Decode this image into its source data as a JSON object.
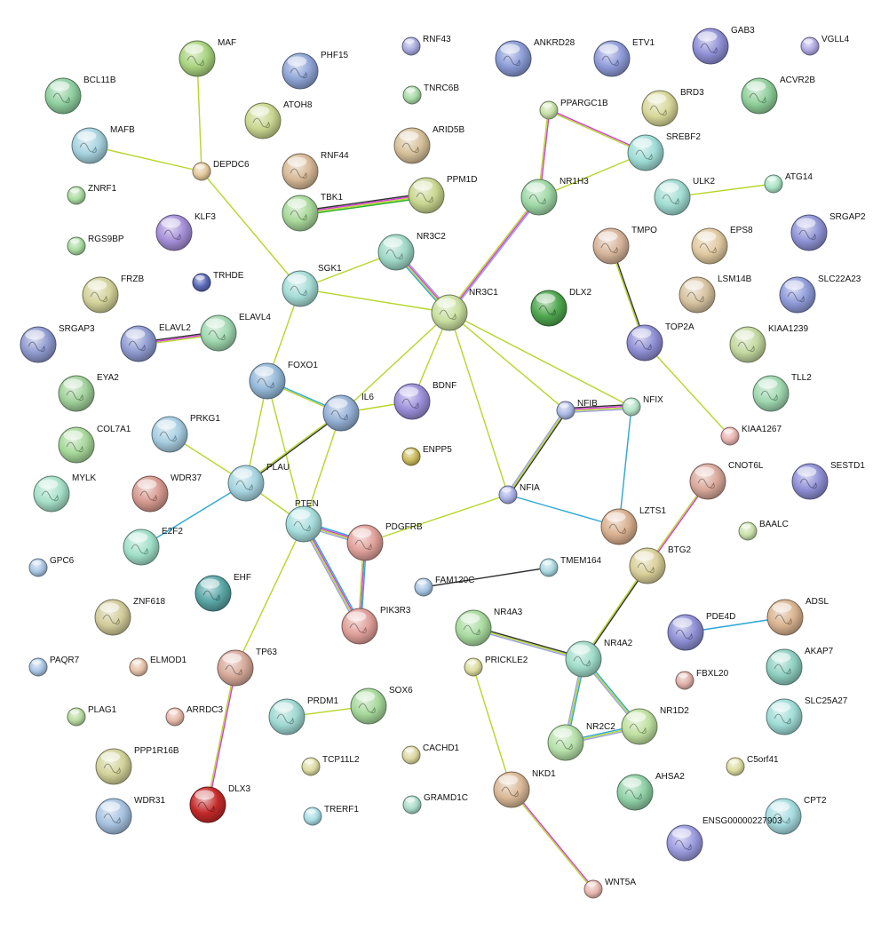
{
  "nodes": [
    {
      "id": "MAF",
      "label": "MAF",
      "color": "#a8d37f"
    },
    {
      "id": "PHF15",
      "label": "PHF15",
      "color": "#8fa5d6"
    },
    {
      "id": "RNF43",
      "label": "RNF43",
      "color": "#a9a9e0"
    },
    {
      "id": "ANKRD28",
      "label": "ANKRD28",
      "color": "#8a9bd6"
    },
    {
      "id": "ETV1",
      "label": "ETV1",
      "color": "#8f9bd9"
    },
    {
      "id": "GAB3",
      "label": "GAB3",
      "color": "#8f8fd6"
    },
    {
      "id": "VGLL4",
      "label": "VGLL4",
      "color": "#b0a9e4"
    },
    {
      "id": "BCL11B",
      "label": "BCL11B",
      "color": "#8fcf9f"
    },
    {
      "id": "TNRC6B",
      "label": "TNRC6B",
      "color": "#a7dba7"
    },
    {
      "id": "ATOH8",
      "label": "ATOH8",
      "color": "#c9d68f"
    },
    {
      "id": "BRD3",
      "label": "BRD3",
      "color": "#d7d79a"
    },
    {
      "id": "ACVR2B",
      "label": "ACVR2B",
      "color": "#8fcf9a"
    },
    {
      "id": "PPARGC1B",
      "label": "PPARGC1B",
      "color": "#c7e0a6"
    },
    {
      "id": "ARID5B",
      "label": "ARID5B",
      "color": "#d6c09a"
    },
    {
      "id": "MAFB",
      "label": "MAFB",
      "color": "#a6d2de"
    },
    {
      "id": "SREBF2",
      "label": "SREBF2",
      "color": "#9fdcd6"
    },
    {
      "id": "DEPDC6",
      "label": "DEPDC6",
      "color": "#e3c99b"
    },
    {
      "id": "RNF44",
      "label": "RNF44",
      "color": "#d6b896"
    },
    {
      "id": "PPM1D",
      "label": "PPM1D",
      "color": "#c9d68f"
    },
    {
      "id": "NR1H3",
      "label": "NR1H3",
      "color": "#9fd8a6"
    },
    {
      "id": "ATG14",
      "label": "ATG14",
      "color": "#a9e3c5"
    },
    {
      "id": "ULK2",
      "label": "ULK2",
      "color": "#a0dcd2"
    },
    {
      "id": "ZNRF1",
      "label": "ZNRF1",
      "color": "#a9dba0"
    },
    {
      "id": "TBK1",
      "label": "TBK1",
      "color": "#a8d89a"
    },
    {
      "id": "KLF3",
      "label": "KLF3",
      "color": "#a58fd8"
    },
    {
      "id": "TMPO",
      "label": "TMPO",
      "color": "#d6b49a"
    },
    {
      "id": "EPS8",
      "label": "EPS8",
      "color": "#e0c9a0"
    },
    {
      "id": "SRGAP2",
      "label": "SRGAP2",
      "color": "#8f94d6"
    },
    {
      "id": "RGS9BP",
      "label": "RGS9BP",
      "color": "#a9dba0"
    },
    {
      "id": "NR3C2",
      "label": "NR3C2",
      "color": "#9fd8c6"
    },
    {
      "id": "TRHDE",
      "label": "TRHDE",
      "color": "#5a6ab8"
    },
    {
      "id": "FRZB",
      "label": "FRZB",
      "color": "#d2d29a"
    },
    {
      "id": "SGK1",
      "label": "SGK1",
      "color": "#a6dcd6"
    },
    {
      "id": "NR3C1",
      "label": "NR3C1",
      "color": "#c9df9f"
    },
    {
      "id": "DLX2",
      "label": "DLX2",
      "color": "#4ea64e"
    },
    {
      "id": "LSM14B",
      "label": "LSM14B",
      "color": "#d6c29f"
    },
    {
      "id": "SLC22A23",
      "label": "SLC22A23",
      "color": "#8f9bd9"
    },
    {
      "id": "SRGAP3",
      "label": "SRGAP3",
      "color": "#8f9bd0"
    },
    {
      "id": "ELAVL2",
      "label": "ELAVL2",
      "color": "#8f9cd2"
    },
    {
      "id": "ELAVL4",
      "label": "ELAVL4",
      "color": "#a0d8b0"
    },
    {
      "id": "TOP2A",
      "label": "TOP2A",
      "color": "#8f8fd6"
    },
    {
      "id": "KIAA1239",
      "label": "KIAA1239",
      "color": "#c2d89f"
    },
    {
      "id": "FOXO1",
      "label": "FOXO1",
      "color": "#94b8d8"
    },
    {
      "id": "EYA2",
      "label": "EYA2",
      "color": "#a0d09a"
    },
    {
      "id": "IL6",
      "label": "IL6",
      "color": "#94b0d6"
    },
    {
      "id": "BDNF",
      "label": "BDNF",
      "color": "#9b8fd9"
    },
    {
      "id": "NFIB",
      "label": "NFIB",
      "color": "#aab8e4"
    },
    {
      "id": "NFIX",
      "label": "NFIX",
      "color": "#b5e3c9"
    },
    {
      "id": "TLL2",
      "label": "TLL2",
      "color": "#9fd8b0"
    },
    {
      "id": "PRKG1",
      "label": "PRKG1",
      "color": "#a6cde0"
    },
    {
      "id": "COL7A1",
      "label": "COL7A1",
      "color": "#a6d89a"
    },
    {
      "id": "KIAA1267",
      "label": "KIAA1267",
      "color": "#e8b3b0"
    },
    {
      "id": "ENPP5",
      "label": "ENPP5",
      "color": "#c9bb5a"
    },
    {
      "id": "MYLK",
      "label": "MYLK",
      "color": "#a6e0c9"
    },
    {
      "id": "WDR37",
      "label": "WDR37",
      "color": "#d69a8f"
    },
    {
      "id": "PLAU",
      "label": "PLAU",
      "color": "#a6d4e0"
    },
    {
      "id": "CNOT6L",
      "label": "CNOT6L",
      "color": "#d9a89a"
    },
    {
      "id": "SESTD1",
      "label": "SESTD1",
      "color": "#8f8fd6"
    },
    {
      "id": "NFIA",
      "label": "NFIA",
      "color": "#a9b1e4"
    },
    {
      "id": "PTEN",
      "label": "PTEN",
      "color": "#a6dcdc"
    },
    {
      "id": "E2F2",
      "label": "E2F2",
      "color": "#a0e0c9"
    },
    {
      "id": "LZTS1",
      "label": "LZTS1",
      "color": "#d9b08f"
    },
    {
      "id": "PDGFRB",
      "label": "PDGFRB",
      "color": "#e0a09a"
    },
    {
      "id": "BAALC",
      "label": "BAALC",
      "color": "#c9e0a9"
    },
    {
      "id": "GPC6",
      "label": "GPC6",
      "color": "#a9c6e4"
    },
    {
      "id": "BTG2",
      "label": "BTG2",
      "color": "#d9cf9a"
    },
    {
      "id": "TMEM164",
      "label": "TMEM164",
      "color": "#a9d9e0"
    },
    {
      "id": "EHF",
      "label": "EHF",
      "color": "#5aa6a6"
    },
    {
      "id": "FAM120C",
      "label": "FAM120C",
      "color": "#a9c6e4"
    },
    {
      "id": "ZNF618",
      "label": "ZNF618",
      "color": "#d2cb9a"
    },
    {
      "id": "PIK3R3",
      "label": "PIK3R3",
      "color": "#e0a09a"
    },
    {
      "id": "ADSL",
      "label": "ADSL",
      "color": "#d9b38f"
    },
    {
      "id": "NR4A3",
      "label": "NR4A3",
      "color": "#a9dba0"
    },
    {
      "id": "PDE4D",
      "label": "PDE4D",
      "color": "#8f8fd6"
    },
    {
      "id": "PAQR7",
      "label": "PAQR7",
      "color": "#a9c6e4"
    },
    {
      "id": "ELMOD1",
      "label": "ELMOD1",
      "color": "#e6c2a9"
    },
    {
      "id": "TP63",
      "label": "TP63",
      "color": "#d6a99a"
    },
    {
      "id": "NR4A2",
      "label": "NR4A2",
      "color": "#a0dcc9"
    },
    {
      "id": "PRICKLE2",
      "label": "PRICKLE2",
      "color": "#dcdca0"
    },
    {
      "id": "AKAP7",
      "label": "AKAP7",
      "color": "#8fd0c2"
    },
    {
      "id": "FBXL20",
      "label": "FBXL20",
      "color": "#e0b0a9"
    },
    {
      "id": "PLAG1",
      "label": "PLAG1",
      "color": "#b8dba0"
    },
    {
      "id": "ARRDC3",
      "label": "ARRDC3",
      "color": "#e6b8a9"
    },
    {
      "id": "PRDM1",
      "label": "PRDM1",
      "color": "#9fd8d2"
    },
    {
      "id": "SOX6",
      "label": "SOX6",
      "color": "#a6d89a"
    },
    {
      "id": "SLC25A27",
      "label": "SLC25A27",
      "color": "#9fdcd6"
    },
    {
      "id": "NR1D2",
      "label": "NR1D2",
      "color": "#bfe0a0"
    },
    {
      "id": "NR2C2",
      "label": "NR2C2",
      "color": "#b5e0a9"
    },
    {
      "id": "CACHD1",
      "label": "CACHD1",
      "color": "#dcd8a0"
    },
    {
      "id": "TCP11L2",
      "label": "TCP11L2",
      "color": "#dcdca0"
    },
    {
      "id": "PPP1R16B",
      "label": "PPP1R16B",
      "color": "#d2d29a"
    },
    {
      "id": "C5orf41",
      "label": "C5orf41",
      "color": "#dcdca0"
    },
    {
      "id": "NKD1",
      "label": "NKD1",
      "color": "#d9b896"
    },
    {
      "id": "AHSA2",
      "label": "AHSA2",
      "color": "#8fd0a6"
    },
    {
      "id": "DLX3",
      "label": "DLX3",
      "color": "#c42a2a"
    },
    {
      "id": "WDR31",
      "label": "WDR31",
      "color": "#a6c2e0"
    },
    {
      "id": "TRERF1",
      "label": "TRERF1",
      "color": "#a9dce4"
    },
    {
      "id": "GRAMD1C",
      "label": "GRAMD1C",
      "color": "#a9dcc9"
    },
    {
      "id": "CPT2",
      "label": "CPT2",
      "color": "#a6dce0"
    },
    {
      "id": "ENSG00000227903",
      "label": "ENSG00000227903",
      "color": "#9b9be0"
    },
    {
      "id": "WNT5A",
      "label": "WNT5A",
      "color": "#e8b8b0"
    }
  ],
  "edges": [
    {
      "source": "MAF",
      "target": "DEPDC6",
      "colors": [
        "#b5d62a"
      ]
    },
    {
      "source": "MAFB",
      "target": "DEPDC6",
      "colors": [
        "#b5d62a"
      ]
    },
    {
      "source": "DEPDC6",
      "target": "SGK1",
      "colors": [
        "#b5d62a"
      ]
    },
    {
      "source": "TBK1",
      "target": "PPM1D",
      "colors": [
        "#333333",
        "#d63ad6",
        "#b5d62a",
        "#2ab02a"
      ]
    },
    {
      "source": "PPARGC1B",
      "target": "SREBF2",
      "colors": [
        "#d63ad6",
        "#b5d62a"
      ]
    },
    {
      "source": "PPARGC1B",
      "target": "NR1H3",
      "colors": [
        "#d63ad6",
        "#b5d62a"
      ]
    },
    {
      "source": "SREBF2",
      "target": "NR1H3",
      "colors": [
        "#b5d62a"
      ]
    },
    {
      "source": "NR1H3",
      "target": "NR3C1",
      "colors": [
        "#9aa0e0",
        "#d63ad6",
        "#b5d62a"
      ]
    },
    {
      "source": "ULK2",
      "target": "ATG14",
      "colors": [
        "#b5d62a"
      ]
    },
    {
      "source": "NR3C2",
      "target": "NR3C1",
      "colors": [
        "#9aa0e0",
        "#d63ad6",
        "#b5d62a",
        "#2aa6d6"
      ]
    },
    {
      "source": "NR3C2",
      "target": "SGK1",
      "colors": [
        "#b5d62a"
      ]
    },
    {
      "source": "SGK1",
      "target": "NR3C1",
      "colors": [
        "#b5d62a"
      ]
    },
    {
      "source": "SGK1",
      "target": "FOXO1",
      "colors": [
        "#b5d62a"
      ]
    },
    {
      "source": "ELAVL2",
      "target": "ELAVL4",
      "colors": [
        "#333333",
        "#d63ad6",
        "#b5d62a"
      ]
    },
    {
      "source": "TMPO",
      "target": "TOP2A",
      "colors": [
        "#333333",
        "#b5d62a"
      ]
    },
    {
      "source": "TOP2A",
      "target": "KIAA1267",
      "colors": [
        "#b5d62a"
      ]
    },
    {
      "source": "NR3C1",
      "target": "IL6",
      "colors": [
        "#b5d62a"
      ]
    },
    {
      "source": "NR3C1",
      "target": "BDNF",
      "colors": [
        "#b5d62a"
      ]
    },
    {
      "source": "NR3C1",
      "target": "NFIB",
      "colors": [
        "#b5d62a"
      ]
    },
    {
      "source": "NR3C1",
      "target": "NFIX",
      "colors": [
        "#b5d62a"
      ]
    },
    {
      "source": "NR3C1",
      "target": "NFIA",
      "colors": [
        "#b5d62a"
      ]
    },
    {
      "source": "FOXO1",
      "target": "IL6",
      "colors": [
        "#2aa6d6",
        "#b5d62a"
      ]
    },
    {
      "source": "FOXO1",
      "target": "PLAU",
      "colors": [
        "#b5d62a"
      ]
    },
    {
      "source": "FOXO1",
      "target": "PTEN",
      "colors": [
        "#b5d62a"
      ]
    },
    {
      "source": "IL6",
      "target": "BDNF",
      "colors": [
        "#b5d62a"
      ]
    },
    {
      "source": "IL6",
      "target": "PLAU",
      "colors": [
        "#333333",
        "#b5d62a"
      ]
    },
    {
      "source": "IL6",
      "target": "PTEN",
      "colors": [
        "#b5d62a"
      ]
    },
    {
      "source": "NFIB",
      "target": "NFIX",
      "colors": [
        "#333333",
        "#d63ad6",
        "#b5d62a",
        "#9aa0e0"
      ]
    },
    {
      "source": "NFIB",
      "target": "NFIA",
      "colors": [
        "#333333",
        "#b5d62a",
        "#9aa0e0"
      ]
    },
    {
      "source": "NFIX",
      "target": "LZTS1",
      "colors": [
        "#2aa6d6"
      ]
    },
    {
      "source": "NFIA",
      "target": "LZTS1",
      "colors": [
        "#2aa6d6"
      ]
    },
    {
      "source": "NFIA",
      "target": "PDGFRB",
      "colors": [
        "#b5d62a"
      ]
    },
    {
      "source": "PRKG1",
      "target": "PLAU",
      "colors": [
        "#b5d62a"
      ]
    },
    {
      "source": "PLAU",
      "target": "E2F2",
      "colors": [
        "#2aa6d6"
      ]
    },
    {
      "source": "PLAU",
      "target": "PTEN",
      "colors": [
        "#b5d62a"
      ]
    },
    {
      "source": "PTEN",
      "target": "PDGFRB",
      "colors": [
        "#2aa6d6",
        "#d63ad6",
        "#b5d62a",
        "#9aa0e0"
      ]
    },
    {
      "source": "PTEN",
      "target": "PIK3R3",
      "colors": [
        "#2aa6d6",
        "#d63ad6",
        "#b5d62a",
        "#9aa0e0"
      ]
    },
    {
      "source": "PTEN",
      "target": "TP63",
      "colors": [
        "#b5d62a"
      ]
    },
    {
      "source": "PDGFRB",
      "target": "PIK3R3",
      "colors": [
        "#2aa6d6",
        "#d63ad6",
        "#b5d62a"
      ]
    },
    {
      "source": "CNOT6L",
      "target": "BTG2",
      "colors": [
        "#d63ad6",
        "#b5d62a"
      ]
    },
    {
      "source": "BTG2",
      "target": "NR4A2",
      "colors": [
        "#333333",
        "#b5d62a"
      ]
    },
    {
      "source": "FAM120C",
      "target": "TMEM164",
      "colors": [
        "#333333"
      ]
    },
    {
      "source": "PDE4D",
      "target": "ADSL",
      "colors": [
        "#2aa6d6"
      ]
    },
    {
      "source": "NR4A3",
      "target": "NR4A2",
      "colors": [
        "#333333",
        "#b5d62a",
        "#9aa0e0"
      ]
    },
    {
      "source": "NR4A2",
      "target": "NR2C2",
      "colors": [
        "#2aa6d6",
        "#b5d62a",
        "#9aa0e0"
      ]
    },
    {
      "source": "NR4A2",
      "target": "NR1D2",
      "colors": [
        "#2aa6d6",
        "#b5d62a",
        "#9aa0e0"
      ]
    },
    {
      "source": "NR2C2",
      "target": "NR1D2",
      "colors": [
        "#2aa6d6",
        "#b5d62a",
        "#9aa0e0"
      ]
    },
    {
      "source": "PRDM1",
      "target": "SOX6",
      "colors": [
        "#b5d62a"
      ]
    },
    {
      "source": "TP63",
      "target": "DLX3",
      "colors": [
        "#d63ad6",
        "#b5d62a"
      ]
    },
    {
      "source": "PRICKLE2",
      "target": "NKD1",
      "colors": [
        "#b5d62a"
      ]
    },
    {
      "source": "NKD1",
      "target": "WNT5A",
      "colors": [
        "#d63ad6",
        "#b5d62a"
      ]
    }
  ]
}
